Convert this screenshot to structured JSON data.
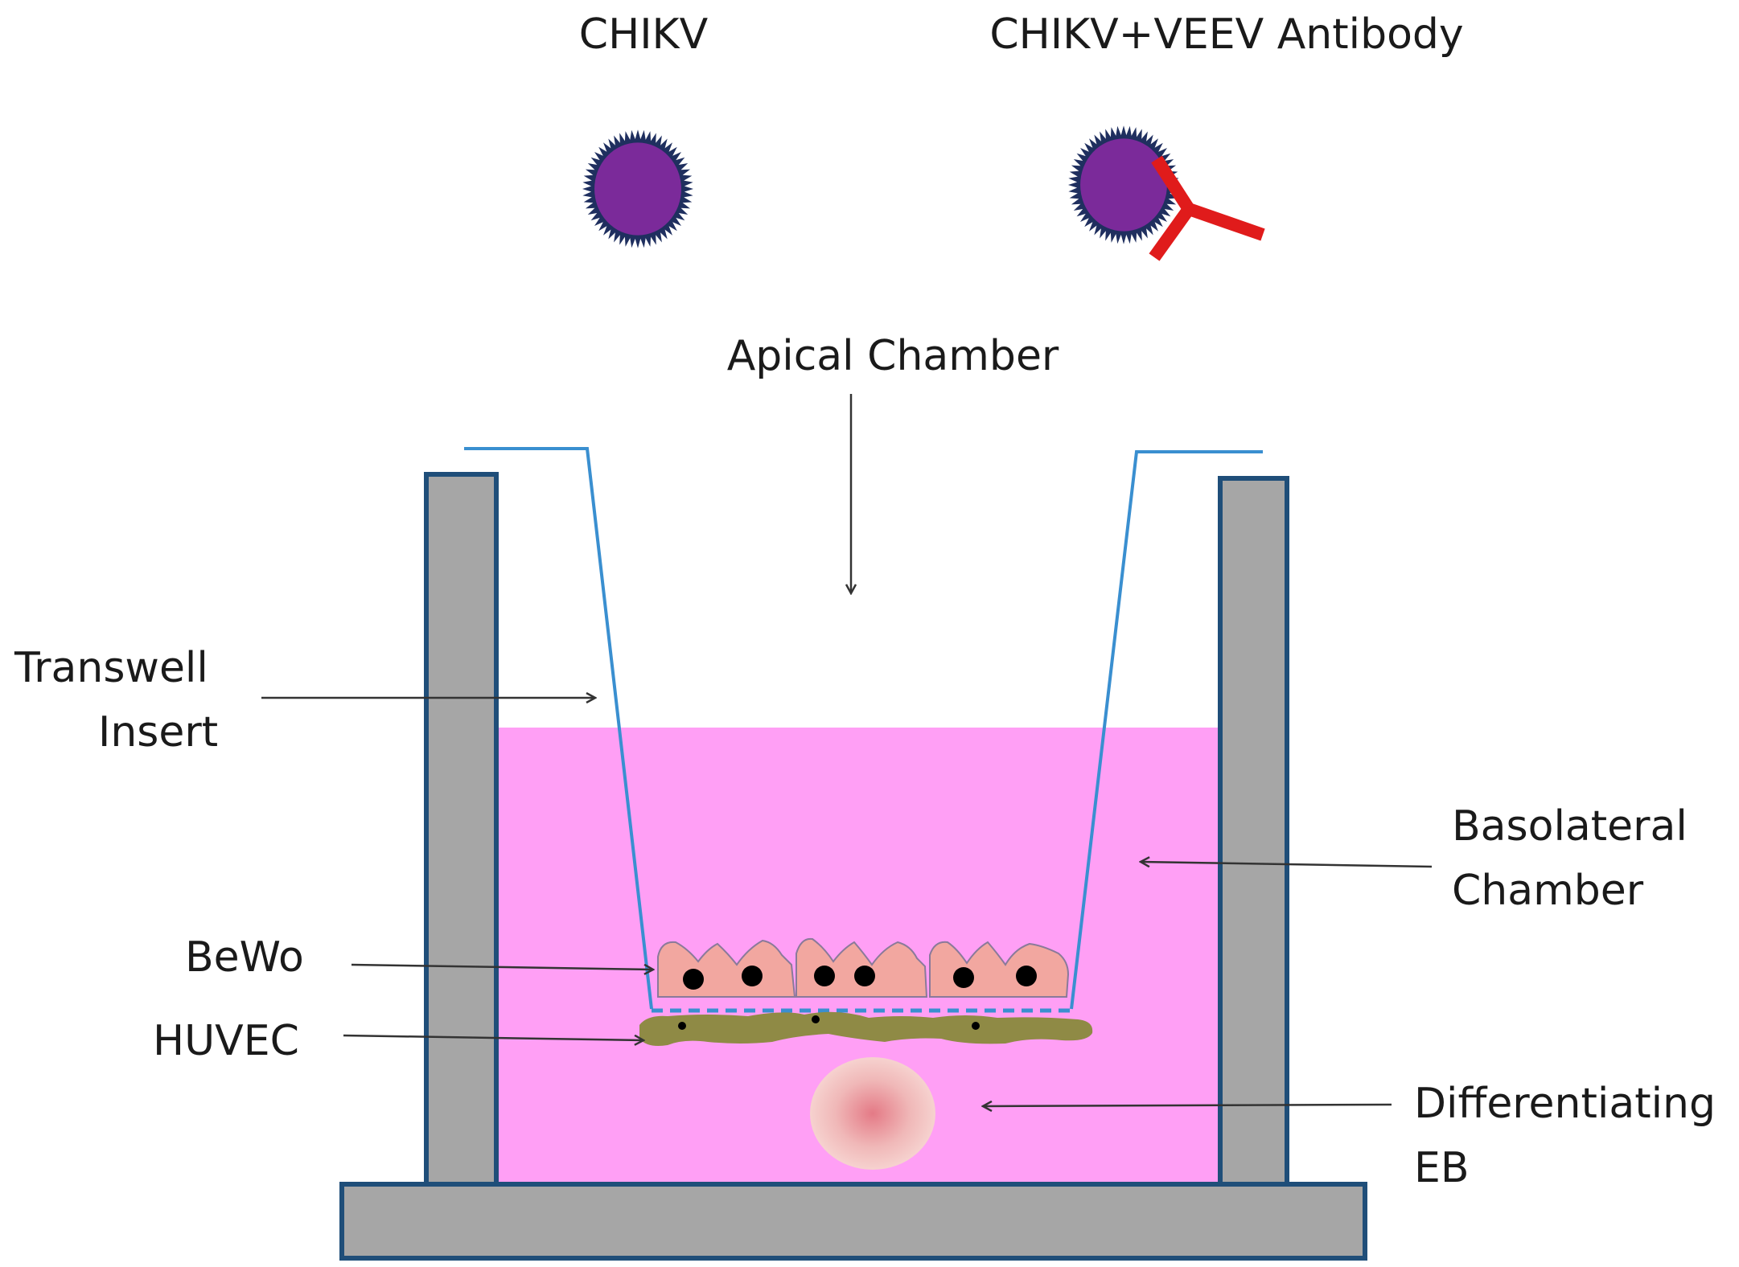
{
  "labels": {
    "chikv": "CHIKV",
    "chikv_antibody": "CHIKV+VEEV Antibody",
    "apical_chamber": "Apical Chamber",
    "transwell_line1": "Transwell",
    "transwell_line2": "Insert",
    "basolateral_line1": "Basolateral",
    "basolateral_line2": "Chamber",
    "bewo": "BeWo",
    "huvec": "HUVEC",
    "eb_line1": "Differentiating",
    "eb_line2": "EB"
  },
  "colors": {
    "virus_body": "#7b2a9a",
    "virus_spikes": "#1f2f5f",
    "antibody": "#e01b1b",
    "wall_fill": "#a6a6a6",
    "wall_stroke": "#1f4e79",
    "insert_line": "#3a8fd0",
    "medium": "#ff9ff5",
    "bewo_cell": "#f2a7a0",
    "huvec_cell": "#8f8a45",
    "eb": "#f0b8b8"
  },
  "icons": {
    "virus": "virus-icon",
    "antibody": "antibody-icon"
  }
}
